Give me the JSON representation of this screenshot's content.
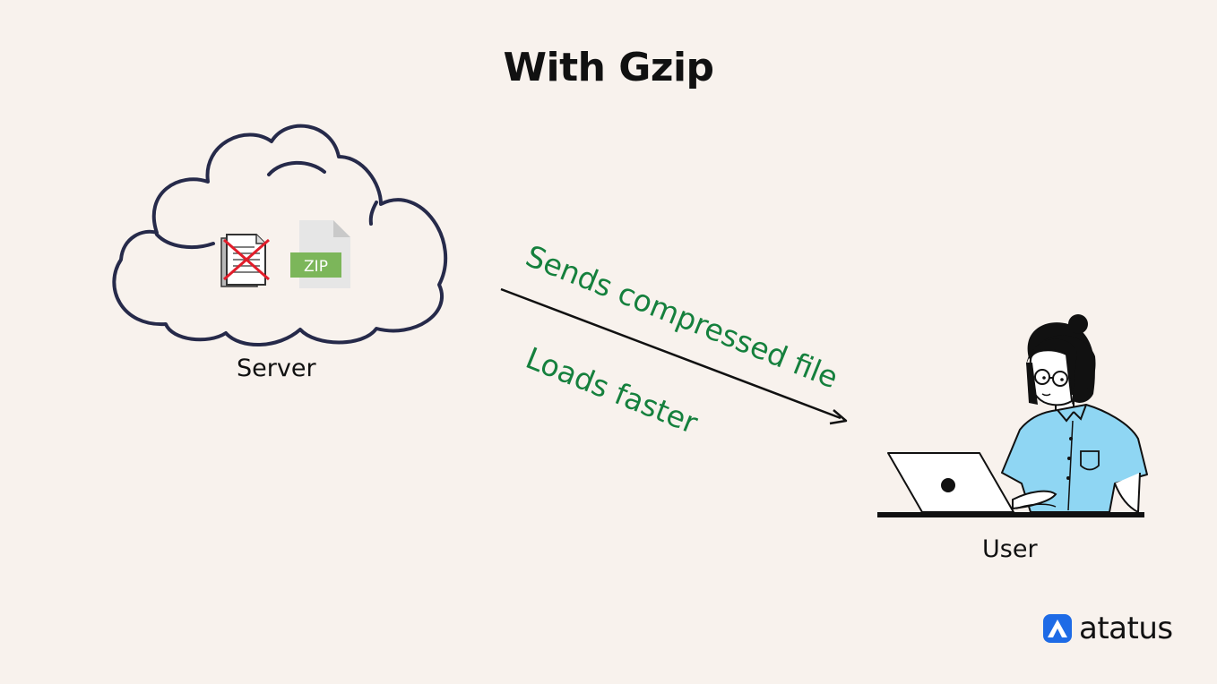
{
  "title": "With Gzip",
  "server": {
    "label": "Server",
    "zip_badge": "ZIP"
  },
  "user": {
    "label": "User"
  },
  "transfer": {
    "top_text": "Sends compressed file",
    "bottom_text": "Loads faster"
  },
  "brand": {
    "name": "atatus",
    "color": "#1e6be6"
  },
  "colors": {
    "background": "#f8f2ed",
    "cloud_outline": "#262a4a",
    "green_text": "#15803d",
    "shirt": "#8fd6f3",
    "zip_green": "#7cb65a",
    "cross_red": "#e11d2a"
  }
}
